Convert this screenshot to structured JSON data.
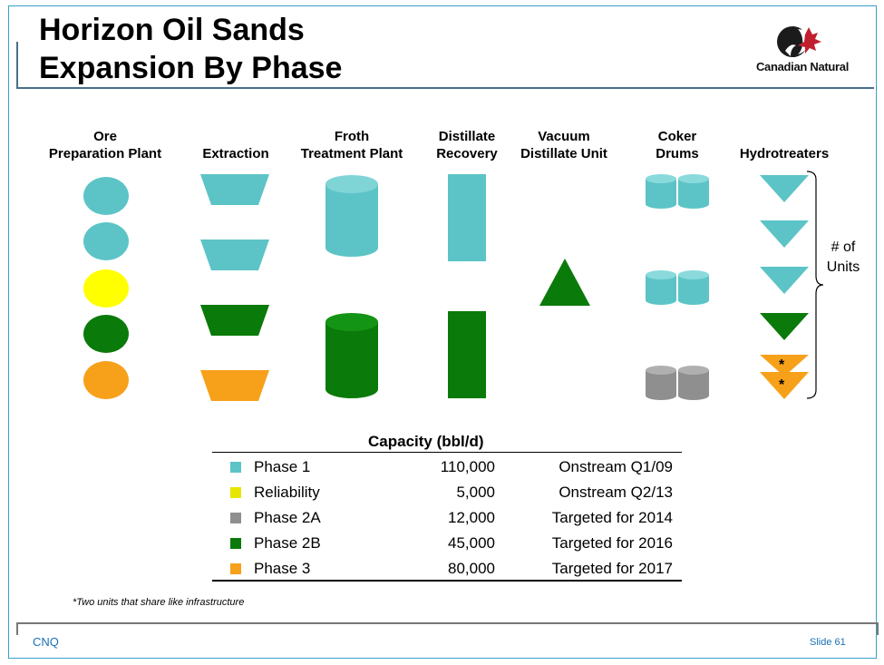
{
  "title": "Horizon Oil Sands\nExpansion By Phase",
  "logo": {
    "text": "Canadian Natural"
  },
  "colors": {
    "phase1": "#5cc4c6",
    "reliability": "#ffff00",
    "phase2a": "#8f8f8f",
    "phase2b": "#0a7a0a",
    "phase3": "#f7a11a"
  },
  "columns": [
    "Ore\nPreparation Plant",
    "Extraction",
    "Froth\nTreatment Plant",
    "Distillate\nRecovery",
    "Vacuum\nDistillate Unit",
    "Coker\nDrums",
    "Hydrotreaters"
  ],
  "units_label": "# of\nUnits",
  "star_mark": "*",
  "capacity": {
    "title": "Capacity (bbl/d)",
    "rows": [
      {
        "phase": "Phase 1",
        "capacity": "110,000",
        "status": "Onstream Q1/09",
        "color": "#5cc4c6"
      },
      {
        "phase": "Reliability",
        "capacity": "5,000",
        "status": "Onstream Q2/13",
        "color": "#e6e600"
      },
      {
        "phase": "Phase 2A",
        "capacity": "12,000",
        "status": "Targeted for 2014",
        "color": "#8f8f8f"
      },
      {
        "phase": "Phase 2B",
        "capacity": "45,000",
        "status": "Targeted for 2016",
        "color": "#0a7a0a"
      },
      {
        "phase": "Phase 3",
        "capacity": "80,000",
        "status": "Targeted for 2017",
        "color": "#f7a11a"
      }
    ]
  },
  "footnote": "*Two units that share like infrastructure",
  "footer": {
    "left": "CNQ",
    "right": "Slide 61"
  }
}
